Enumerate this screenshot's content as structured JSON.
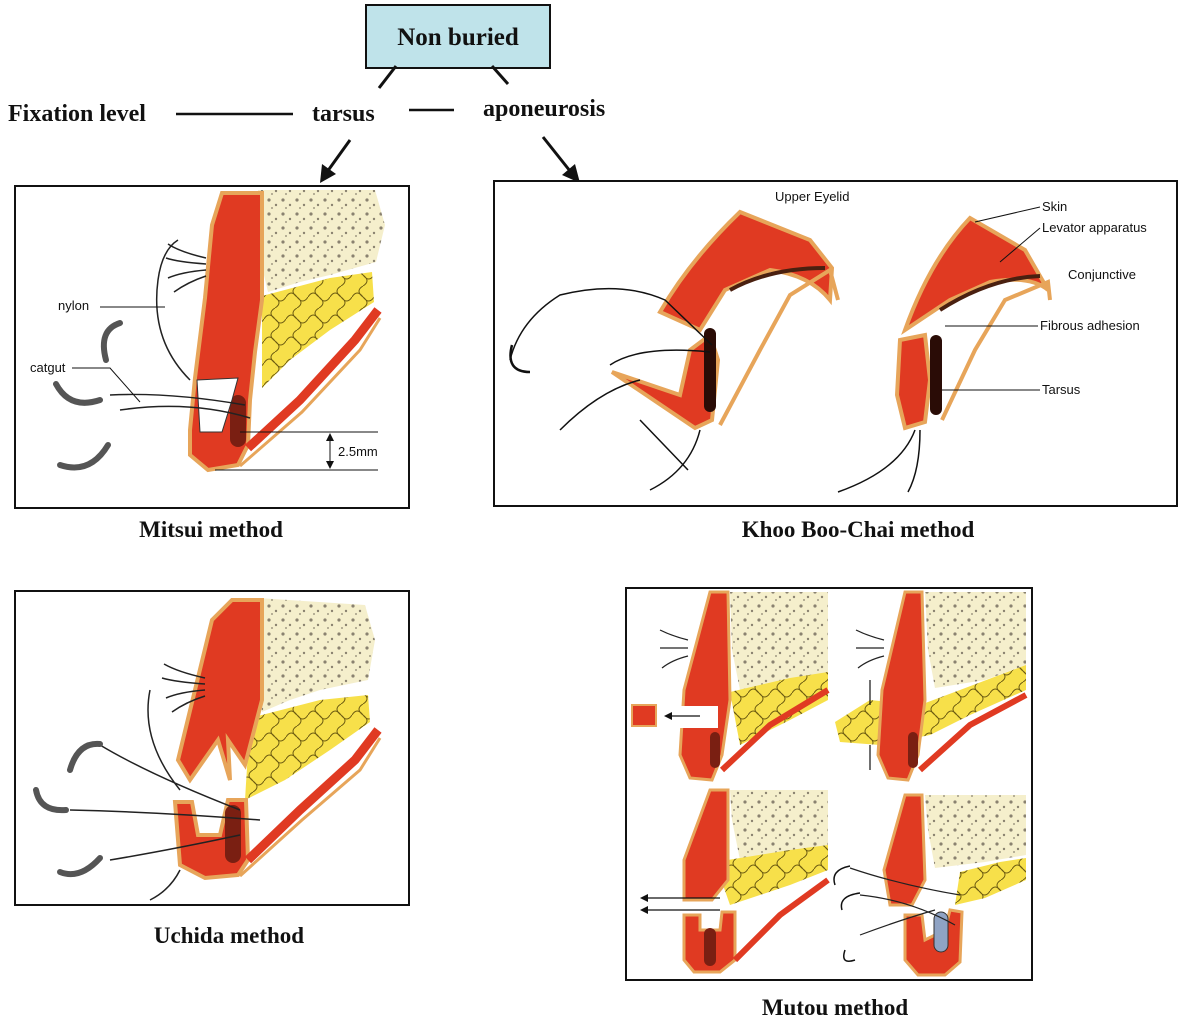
{
  "header": {
    "category": "Non buried",
    "fixation_label": "Fixation level",
    "level_tarsus": "tarsus",
    "level_aponeurosis": "aponeurosis"
  },
  "panels": {
    "mitsui": {
      "caption": "Mitsui method",
      "labels": {
        "nylon": "nylon",
        "catgut": "catgut",
        "measure": "2.5mm"
      }
    },
    "khoo": {
      "caption": "Khoo Boo-Chai method",
      "labels": {
        "upper_eyelid": "Upper Eyelid",
        "skin": "Skin",
        "levator": "Levator apparatus",
        "conjunctive": "Conjunctive",
        "fibrous": "Fibrous adhesion",
        "tarsus": "Tarsus"
      }
    },
    "uchida": {
      "caption": "Uchida method"
    },
    "mutou": {
      "caption": "Mutou method"
    }
  },
  "colors": {
    "header_box": "#bfe3ea",
    "muscle_red": "#e03a22",
    "tarsus_dark": "#7a1f12",
    "fat_yellow": "#f7e04a",
    "bone_beige": "#f5efcc",
    "skin_tan": "#e7a55a"
  }
}
